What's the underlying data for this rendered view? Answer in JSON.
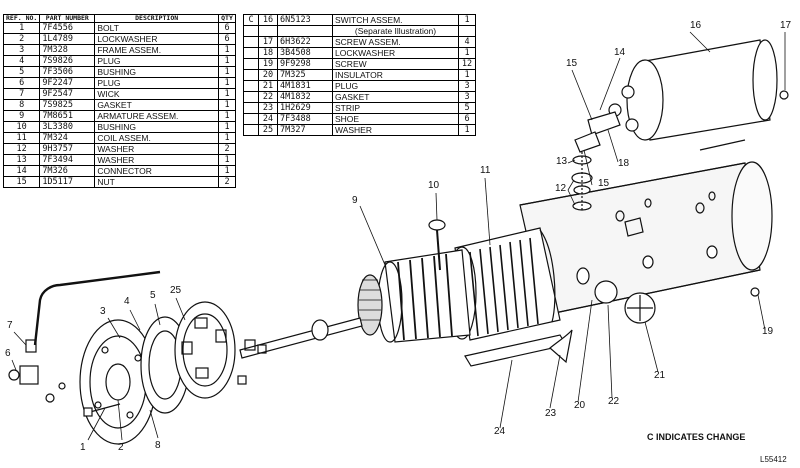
{
  "left_table": {
    "headers": {
      "ref": "REF. NO.",
      "part": "PART NUMBER",
      "desc": "DESCRIPTION",
      "qty": "QTY"
    },
    "rows": [
      {
        "ref": "1",
        "part": "7F4556",
        "desc": "BOLT",
        "qty": "6"
      },
      {
        "ref": "2",
        "part": "1L4789",
        "desc": "LOCKWASHER",
        "qty": "6"
      },
      {
        "ref": "3",
        "part": "7M328",
        "desc": "FRAME ASSEM.",
        "qty": "1"
      },
      {
        "ref": "4",
        "part": "7S9826",
        "desc": "PLUG",
        "qty": "1"
      },
      {
        "ref": "5",
        "part": "7F3506",
        "desc": "BUSHING",
        "qty": "1"
      },
      {
        "ref": "6",
        "part": "9F2247",
        "desc": "PLUG",
        "qty": "1"
      },
      {
        "ref": "7",
        "part": "9F2547",
        "desc": "WICK",
        "qty": "1"
      },
      {
        "ref": "8",
        "part": "7S9825",
        "desc": "GASKET",
        "qty": "1"
      },
      {
        "ref": "9",
        "part": "7M8651",
        "desc": "ARMATURE ASSEM.",
        "qty": "1"
      },
      {
        "ref": "10",
        "part": "3L3380",
        "desc": "BUSHING",
        "qty": "1"
      },
      {
        "ref": "11",
        "part": "7M324",
        "desc": "COIL ASSEM.",
        "qty": "1"
      },
      {
        "ref": "12",
        "part": "9H3757",
        "desc": "WASHER",
        "qty": "2"
      },
      {
        "ref": "13",
        "part": "7F3494",
        "desc": "WASHER",
        "qty": "1"
      },
      {
        "ref": "14",
        "part": "7M326",
        "desc": "CONNECTOR",
        "qty": "1"
      },
      {
        "ref": "15",
        "part": "1D5117",
        "desc": "NUT",
        "qty": "2"
      }
    ]
  },
  "right_table": {
    "rows": [
      {
        "c": "C",
        "ref": "16",
        "part": "6N5123",
        "desc": "SWITCH ASSEM.",
        "qty": "1"
      },
      {
        "c": "",
        "ref": "",
        "part": "",
        "desc": "(Separate Illustration)",
        "qty": ""
      },
      {
        "c": "",
        "ref": "17",
        "part": "6H3622",
        "desc": "SCREW ASSEM.",
        "qty": "4"
      },
      {
        "c": "",
        "ref": "18",
        "part": "3B4508",
        "desc": "LOCKWASHER",
        "qty": "1"
      },
      {
        "c": "",
        "ref": "19",
        "part": "9F9298",
        "desc": "SCREW",
        "qty": "12"
      },
      {
        "c": "",
        "ref": "20",
        "part": "7M325",
        "desc": "INSULATOR",
        "qty": "1"
      },
      {
        "c": "",
        "ref": "21",
        "part": "4M1831",
        "desc": "PLUG",
        "qty": "3"
      },
      {
        "c": "",
        "ref": "22",
        "part": "4M1832",
        "desc": "GASKET",
        "qty": "3"
      },
      {
        "c": "",
        "ref": "23",
        "part": "1H2629",
        "desc": "STRIP",
        "qty": "5"
      },
      {
        "c": "",
        "ref": "24",
        "part": "7F3488",
        "desc": "SHOE",
        "qty": "6"
      },
      {
        "c": "",
        "ref": "25",
        "part": "7M327",
        "desc": "WASHER",
        "qty": "1"
      }
    ]
  },
  "callouts": [
    "1",
    "2",
    "3",
    "4",
    "5",
    "6",
    "7",
    "8",
    "9",
    "10",
    "11",
    "12",
    "12",
    "13",
    "14",
    "15",
    "15",
    "16",
    "17",
    "18",
    "19",
    "20",
    "21",
    "22",
    "23",
    "24",
    "25"
  ],
  "change_note": "C INDICATES CHANGE",
  "figure_number": "L55412"
}
